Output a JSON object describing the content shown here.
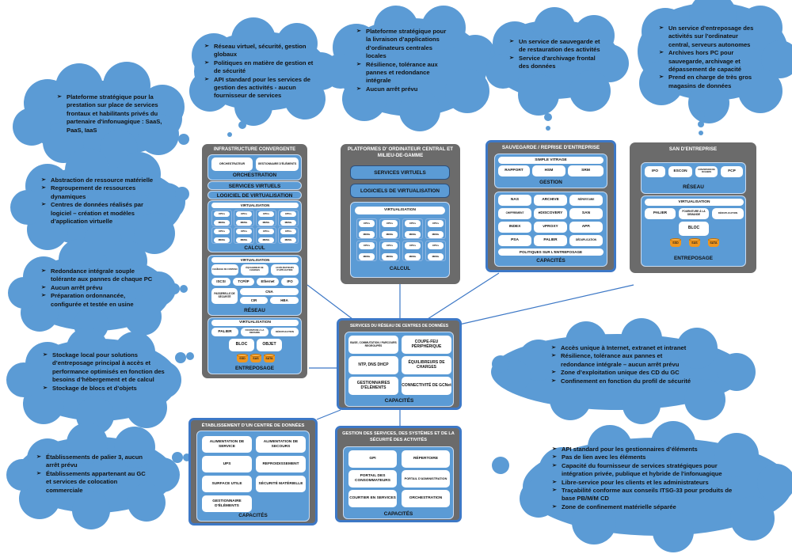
{
  "colors": {
    "cloud": "#5b9bd5",
    "panel": "#6b6b6b",
    "section": "#5b9bd5",
    "accent_border": "#3d78c6",
    "storage": "#f0961e"
  },
  "clouds": {
    "c1": [
      "Plateforme stratégique pour la prestation sur place de services frontaux et habilitants privés du partenaire d'infonuagique : SaaS, PaaS, IaaS"
    ],
    "c2": [
      "Réseau virtuel, sécurité, gestion globaux",
      "Politiques en matière de gestion et de sécurité",
      "API standard pour les services de gestion des activités - aucun fournisseur de services"
    ],
    "c3": [
      "Plateforme stratégique pour la livraison d’applications d’ordinateurs centrales locales",
      "Résilience, tolérance aux pannes et redondance intégrale",
      "Aucun arrêt prévu"
    ],
    "c4": [
      "Un service de sauvegarde et de restauration des activités",
      "Service d'archivage frontal des données"
    ],
    "c5": [
      "Un service d'entreposage des activités sur l'ordinateur central, serveurs autonomes",
      "Archives hors PC pour sauvegarde, archivage et dépassement de capacité",
      "Prend en charge de très gros magasins de données"
    ],
    "c6": [
      "Abstraction de ressource matérielle",
      "Regroupement de ressources dynamiques",
      "Centres de données réalisés par logiciel – création et modèles d’application virtuelle"
    ],
    "c7": [
      "Redondance intégrale souple tolérante aux pannes de chaque PC",
      "Aucun arrêt prévu",
      "Préparation ordonnancée, configurée et testée en usine"
    ],
    "c8": [
      "Stockage local pour solutions d’entreposage principal à accès et performance optimisés en fonction des besoins d’hébergement et de calcul",
      "Stockage de blocs et d’objets"
    ],
    "c9": [
      "Établissements de palier 3, aucun arrêt prévu",
      "Établissements appartenant au GC et services de colocation commerciale"
    ],
    "c10": [
      "Accès unique à Internet, extranet et intranet",
      "Résilience, tolérance aux pannes et redondance intégrale – aucun arrêt prévu",
      "Zone d’exploitation unique des CD du GC",
      "Confinement en fonction du profil de sécurité"
    ],
    "c11": [
      "API standard pour les gestionnaires d’éléments",
      "Pas de lien avec les éléments",
      "Capacité du fournisseur de services stratégiques pour intégration privée, publique et hybride de l'infonuagique",
      "Libre-service pour les clients et les administrateurs",
      "Traçabilité conforme aux conseils ITSG-33 pour produits de base PB/M/M CD",
      "Zone de confinement matérielle séparée"
    ]
  },
  "infra": {
    "title": "INFRASTRUCTURE CONVERGENTE",
    "orchestrateur": "ORCHESTRATEUR",
    "gestionnaire": "GESTIONNAIRE D'ÉLÉMENTS",
    "orchestration": "ORCHESTRATION",
    "services_virtuels": "SERVICES VIRTUELS",
    "logiciel": "LOGICIEL DE VIRTUALISATION",
    "virtualisation": "VIRTUALISATION",
    "cpu": "CPUs",
    "mem": "MEMs",
    "calcul": "CALCUL",
    "net_virt": "VIRTUALISATION",
    "chaining": "CHAÎNAGE DE CONTENU",
    "equilibreurs": "ÉQUILIBREUR DE CHARGES",
    "accelerateurs": "ACCÉLÉRATEURS D'APPLICATION",
    "iscsi": "ISCSI",
    "tcpip": "TCP/IP",
    "ethernet": "Ethernet",
    "ifo": "IFO",
    "passerelle": "PASSERELLE DE SÉCURITÉ",
    "cna": "CNA",
    "cir": "CIR",
    "hba": "HBA",
    "reseau": "RÉSEAU",
    "st_virt": "VIRTUALISATION",
    "palier": "PALIER",
    "fourniture": "FOURNITURE À LA DEMANDE",
    "dedup": "DÉDUPLICATION",
    "bloc": "BLOC",
    "objet": "OBJET",
    "ssd": "SSD",
    "sas": "SAS",
    "sata": "SATA",
    "entreposage": "ENTREPOSAGE"
  },
  "mainframe": {
    "title": "PLATFORMES D' ORDINATEUR CENTRAL ET MILIEU-DE-GAMME",
    "services_virtuels": "SERVICES VIRTUELS",
    "logiciels": "LOGICIELS DE VIRTUALISATION",
    "virtualisation": "VIRTUALISATION",
    "cpu": "CPUs",
    "mem": "MEMs",
    "calcul": "CALCUL"
  },
  "backup": {
    "title": "SAUVEGARDE / REPRISE D'ENTREPRISE",
    "simple": "SIMPLE VITRAGE",
    "rapport": "RAPPORT",
    "hsm": "HSM",
    "srm": "SRM",
    "gestion": "GESTION",
    "items": [
      "NAS",
      "ARCHIVE",
      "RÉPERTOIRE",
      "CHIFFREMENT",
      "eDISCOVERY",
      "SAN",
      "INDEX",
      "vPROXY",
      "APP.",
      "PSA",
      "PALIER",
      "DÉDUPLICATION"
    ],
    "politiques": "POLITIQUES SUR L'ENTREPOSAGE",
    "capacites": "CAPACITÉS"
  },
  "san": {
    "title": "SAN D'ENTREPRISE",
    "ifo": "IFO",
    "escon": "ESCON",
    "conversion": "CONVERSION DE FICHIERS",
    "fcp": "FCP",
    "reseau": "RÉSEAU",
    "virt": "VIRTUALISATION",
    "palier": "PALIER",
    "fourniture": "FOURNITURE À LA DEMANDE",
    "dedup": "DÉDUPLICATION",
    "bloc": "BLOC",
    "ssd": "SSD",
    "sas": "SAS",
    "sata": "SATA",
    "entreposage": "ENTREPOSAGE"
  },
  "network": {
    "title": "SERVICES DU RÉSEAU DE CENTRES DE DONNÉES",
    "items": [
      "BASE, COMMUTATION / PARCOURS REGROUPÉS",
      "COUPE-FEU PÉRIPHÉRIQUE",
      "NTP, DNS DHCP",
      "ÉQUILIBREURS DE CHARGES",
      "GESTIONNAIRES D'ÉLÉMENTS",
      "CONNECTIVITÉ DE GCNet"
    ],
    "capacites": "CAPACITÉS"
  },
  "facility": {
    "title": "ÉTABLISSEMENT D’UN CENTRE DE DONNÉES",
    "items": [
      "ALIMENTATION DE SERVICE",
      "ALIMENTATION DE SECOURS",
      "UPS",
      "REFROIDISSEMENT",
      "SURFACE UTILE",
      "SÉCURITÉ MATÉRIELLE",
      "GESTIONNAIRE D'ÉLÉMENTS"
    ],
    "capacites": "CAPACITÉS"
  },
  "mgmt": {
    "title": "GESTION DES SERVICES, DES SYSTÈMES ET DE LA SÉCURITÉ DES ACTIVITÉS",
    "items": [
      "GPI",
      "RÉPERTOIRE",
      "PORTAIL DES CONSOMMATEURS",
      "PORTAIL D'ADMINISTRATION",
      "COURTIER EN SERVICES",
      "ORCHESTRATION"
    ],
    "capacites": "CAPACITÉS"
  }
}
